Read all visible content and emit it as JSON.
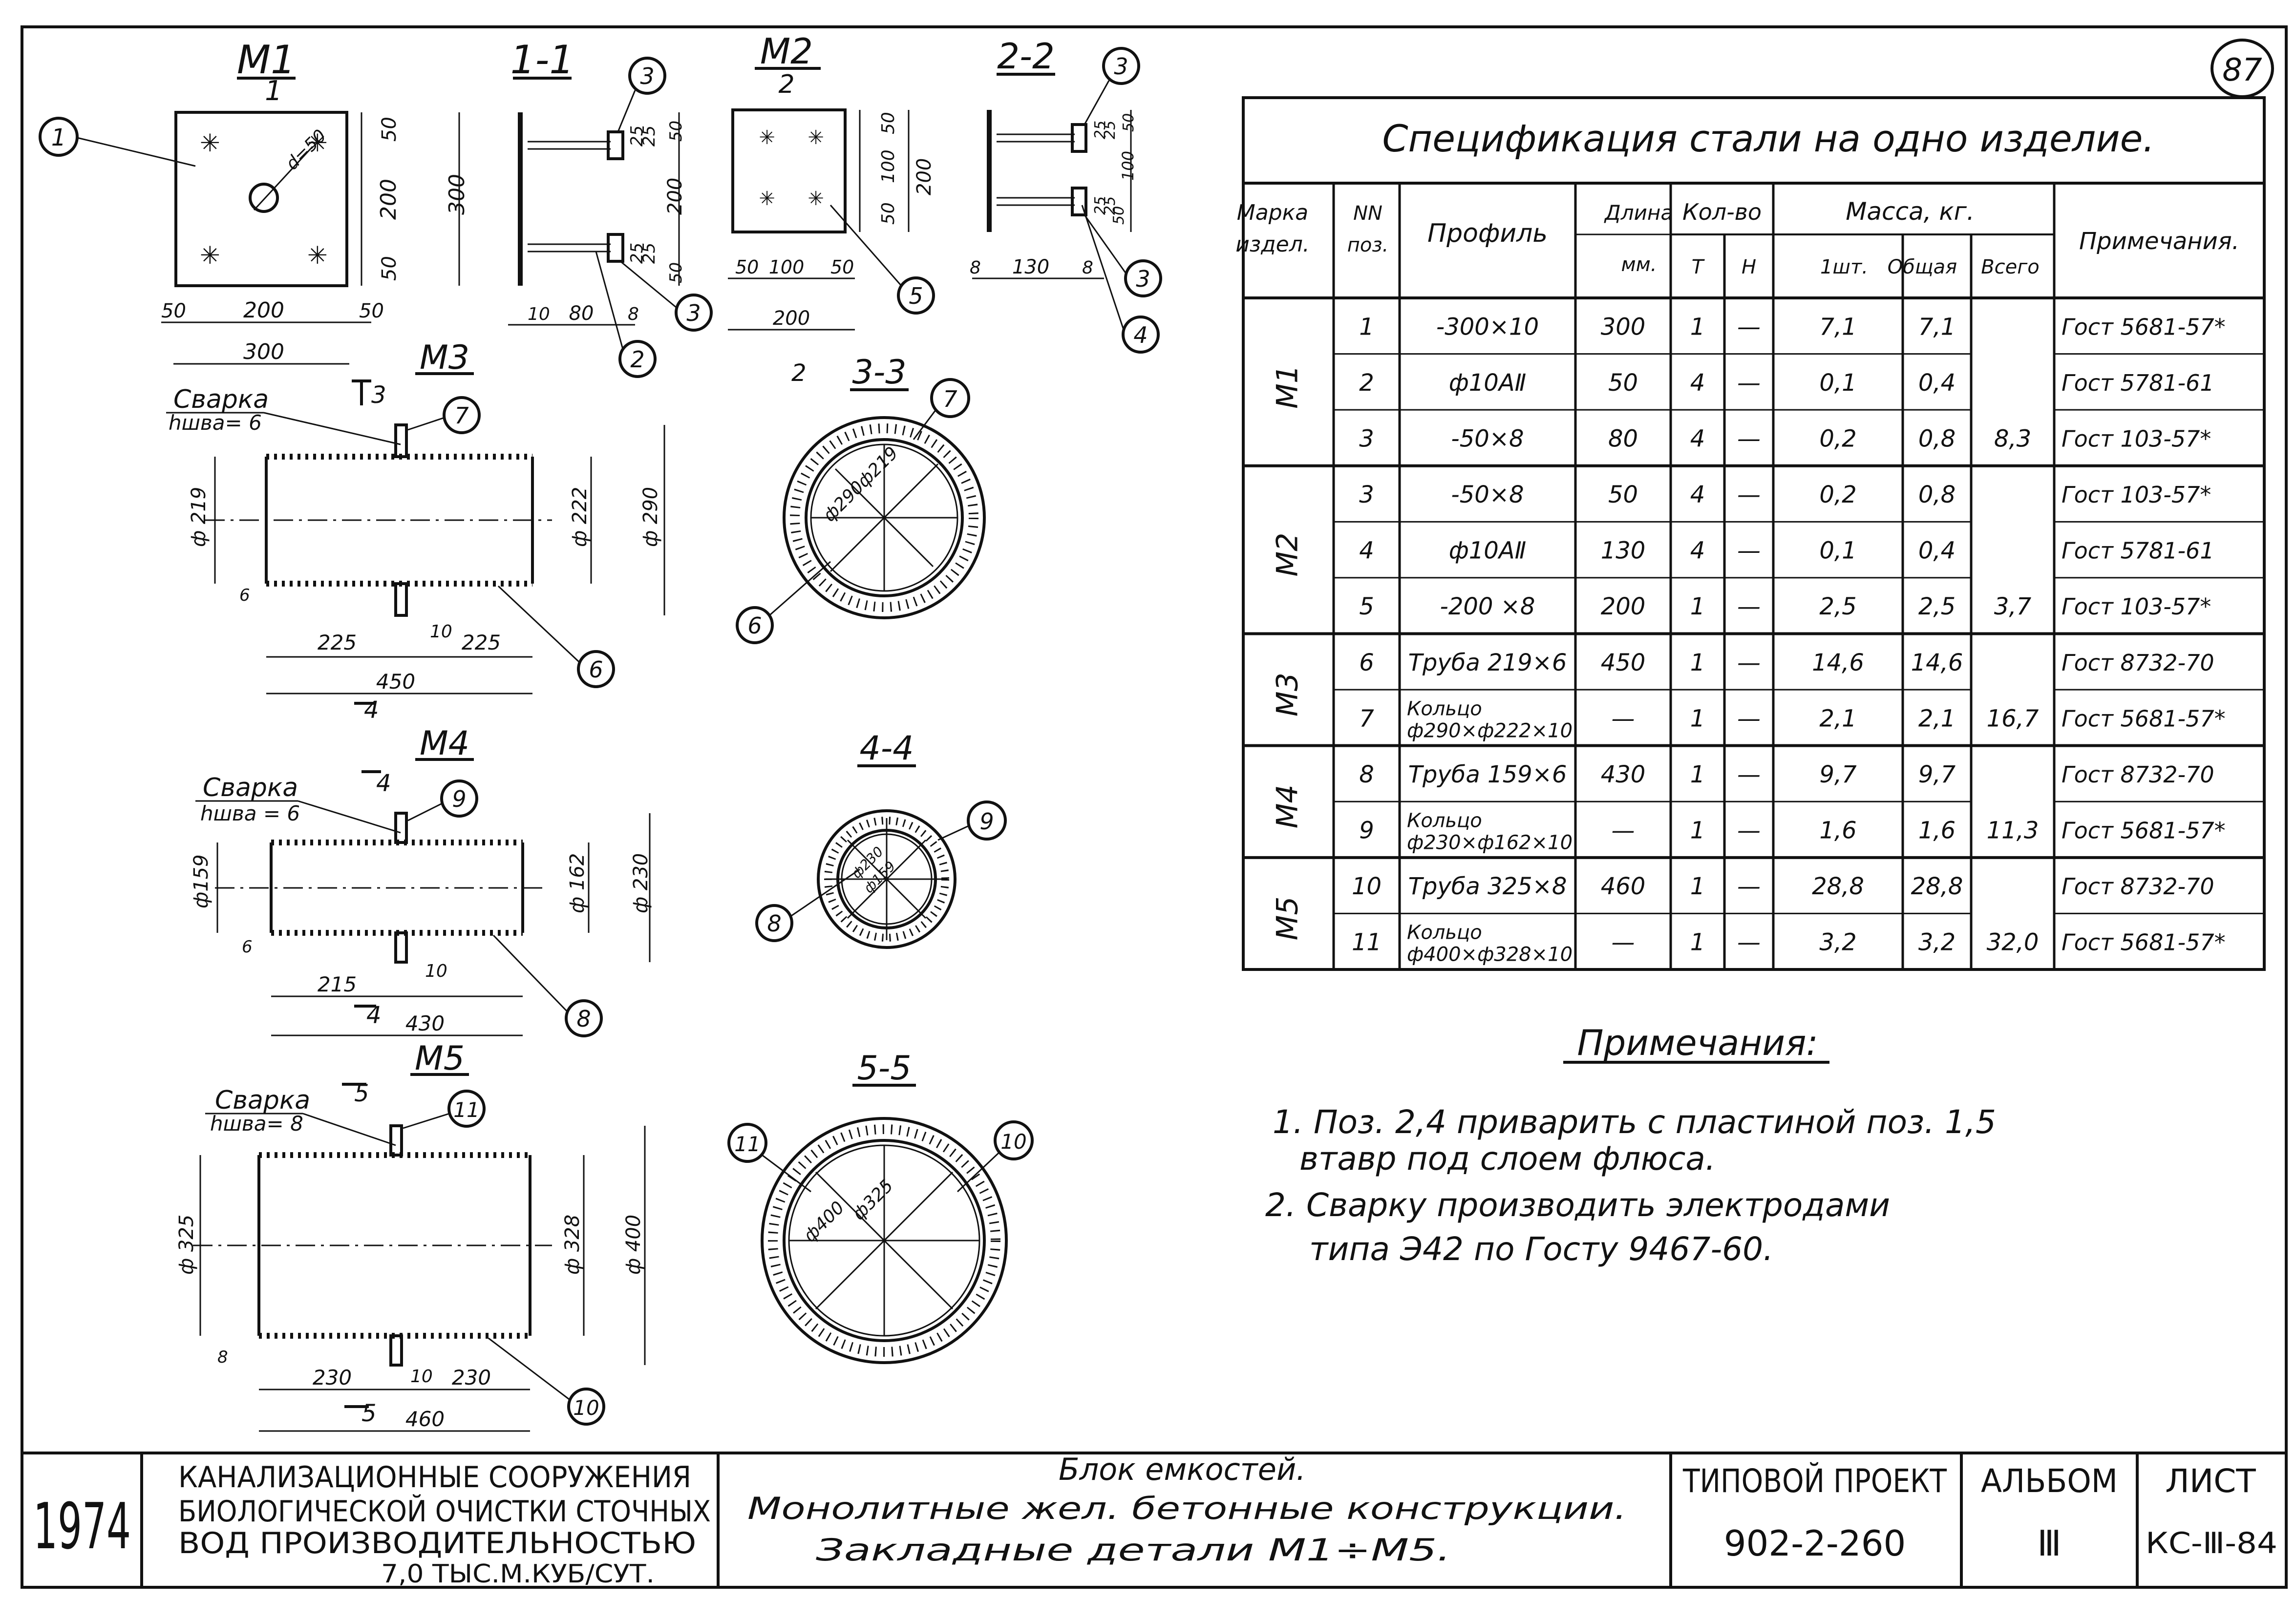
{
  "sheet_number": "87",
  "drawings": {
    "m1": {
      "title": "М1",
      "sub": "1",
      "dims": [
        "d=50",
        "50",
        "200",
        "300",
        "50",
        "50",
        "200",
        "50",
        "300"
      ],
      "callout": "1"
    },
    "s11": {
      "title": "1-1",
      "dims": [
        "25",
        "25",
        "50",
        "200",
        "25",
        "25",
        "50",
        "10",
        "80",
        "8"
      ],
      "callouts": [
        "3",
        "3",
        "2"
      ]
    },
    "m2": {
      "title": "М2",
      "sub": "2",
      "dims": [
        "50",
        "100",
        "50",
        "200",
        "50",
        "100",
        "50",
        "200"
      ],
      "callout": "5"
    },
    "s22": {
      "title": "2-2",
      "dims": [
        "25",
        "25",
        "50",
        "100",
        "25",
        "25",
        "50",
        "8",
        "130",
        "8"
      ],
      "callouts": [
        "3",
        "3",
        "4"
      ]
    },
    "m3": {
      "title": "М3",
      "weld": "Сварка",
      "weld_h": "hшва= 6",
      "cut": "3",
      "dims": [
        "ф 219",
        "ф 222",
        "ф 290",
        "6",
        "225",
        "10",
        "225",
        "450"
      ],
      "callouts": [
        "7",
        "6"
      ]
    },
    "s33": {
      "title": "3-3",
      "dims": [
        "ф290",
        "ф219"
      ],
      "callouts": [
        "7",
        "6"
      ],
      "cut": "2"
    },
    "m4": {
      "title": "М4",
      "weld": "Сварка",
      "weld_h": "hшва = 6",
      "cut": "4",
      "dims": [
        "ф159",
        "ф 162",
        "ф 230",
        "6",
        "215",
        "10",
        "430"
      ],
      "callouts": [
        "9",
        "8"
      ]
    },
    "s44": {
      "title": "4-4",
      "dims": [
        "ф230",
        "ф159"
      ],
      "callouts": [
        "9",
        "8"
      ]
    },
    "m5": {
      "title": "М5",
      "weld": "Сварка",
      "weld_h": "hшва= 8",
      "cut": "5",
      "dims": [
        "ф 325",
        "ф 328",
        "ф 400",
        "8",
        "230",
        "10",
        "230",
        "460"
      ],
      "callouts": [
        "11",
        "10"
      ]
    },
    "s55": {
      "title": "5-5",
      "dims": [
        "ф400",
        "ф325"
      ],
      "callouts": [
        "11",
        "10"
      ]
    }
  },
  "spec": {
    "title": "Спецификация стали на одно изделие.",
    "headers": {
      "mark": [
        "Марка",
        "издел."
      ],
      "pos": [
        "NN",
        "поз."
      ],
      "profile": "Профиль",
      "length": [
        "Длина",
        "мм."
      ],
      "qty": "Кол-во",
      "qty_t": "Т",
      "qty_n": "Н",
      "mass": "Масса, кг.",
      "mass_one": "1шт.",
      "mass_total": "Общая",
      "mass_all": "Всего",
      "notes": "Примечания."
    },
    "groups": [
      {
        "mark": "М1",
        "total": "8,3",
        "rows": [
          {
            "pos": "1",
            "profile": "-300×10",
            "len": "300",
            "t": "1",
            "n": "—",
            "one": "7,1",
            "all": "7,1",
            "note": "Гост 5681-57*"
          },
          {
            "pos": "2",
            "profile": "ф10АⅡ",
            "len": "50",
            "t": "4",
            "n": "—",
            "one": "0,1",
            "all": "0,4",
            "note": "Гост 5781-61"
          },
          {
            "pos": "3",
            "profile": "-50×8",
            "len": "80",
            "t": "4",
            "n": "—",
            "one": "0,2",
            "all": "0,8",
            "note": "Гост 103-57*"
          }
        ]
      },
      {
        "mark": "М2",
        "total": "3,7",
        "rows": [
          {
            "pos": "3",
            "profile": "-50×8",
            "len": "50",
            "t": "4",
            "n": "—",
            "one": "0,2",
            "all": "0,8",
            "note": "Гост 103-57*"
          },
          {
            "pos": "4",
            "profile": "ф10АⅡ",
            "len": "130",
            "t": "4",
            "n": "—",
            "one": "0,1",
            "all": "0,4",
            "note": "Гост 5781-61"
          },
          {
            "pos": "5",
            "profile": "-200 ×8",
            "len": "200",
            "t": "1",
            "n": "—",
            "one": "2,5",
            "all": "2,5",
            "note": "Гост 103-57*"
          }
        ]
      },
      {
        "mark": "М3",
        "total": "16,7",
        "rows": [
          {
            "pos": "6",
            "profile": "Труба 219×6",
            "len": "450",
            "t": "1",
            "n": "—",
            "one": "14,6",
            "all": "14,6",
            "note": "Гост 8732-70"
          },
          {
            "pos": "7",
            "profile": "Кольцо ф290×ф222×10",
            "len": "—",
            "t": "1",
            "n": "—",
            "one": "2,1",
            "all": "2,1",
            "note": "Гост 5681-57*"
          }
        ]
      },
      {
        "mark": "М4",
        "total": "11,3",
        "rows": [
          {
            "pos": "8",
            "profile": "Труба 159×6",
            "len": "430",
            "t": "1",
            "n": "—",
            "one": "9,7",
            "all": "9,7",
            "note": "Гост 8732-70"
          },
          {
            "pos": "9",
            "profile": "Кольцо ф230×ф162×10",
            "len": "—",
            "t": "1",
            "n": "—",
            "one": "1,6",
            "all": "1,6",
            "note": "Гост 5681-57*"
          }
        ]
      },
      {
        "mark": "М5",
        "total": "32,0",
        "rows": [
          {
            "pos": "10",
            "profile": "Труба 325×8",
            "len": "460",
            "t": "1",
            "n": "—",
            "one": "28,8",
            "all": "28,8",
            "note": "Гост 8732-70"
          },
          {
            "pos": "11",
            "profile": "Кольцо ф400×ф328×10",
            "len": "—",
            "t": "1",
            "n": "—",
            "one": "3,2",
            "all": "3,2",
            "note": "Гост 5681-57*"
          }
        ]
      }
    ]
  },
  "notes": {
    "title": "Примечания:",
    "items": [
      "1. Поз. 2,4 приварить с пластиной поз. 1,5",
      "втавр под слоем флюса.",
      "2. Сварку производить электродами",
      "типа Э42 по Госту 9467-60."
    ]
  },
  "titleblock": {
    "year": "1974",
    "org": [
      "КАНАЛИЗАЦИОННЫЕ СООРУЖЕНИЯ",
      "БИОЛОГИЧЕСКОЙ ОЧИСТКИ СТОЧНЫХ",
      "ВОД ПРОИЗВОДИТЕЛЬНОСТЬЮ",
      "7,0 ТЫС.М.КУБ/СУТ."
    ],
    "desc": [
      "Блок емкостей.",
      "Монолитные жел. бетонные конструкции.",
      "Закладные детали М1÷М5."
    ],
    "project_label": "ТИПОВОЙ ПРОЕКТ",
    "project": "902-2-260",
    "album_label": "АЛЬБОМ",
    "album": "Ⅲ",
    "sheet_label": "ЛИСТ",
    "sheet": "КС-Ⅲ-84"
  }
}
